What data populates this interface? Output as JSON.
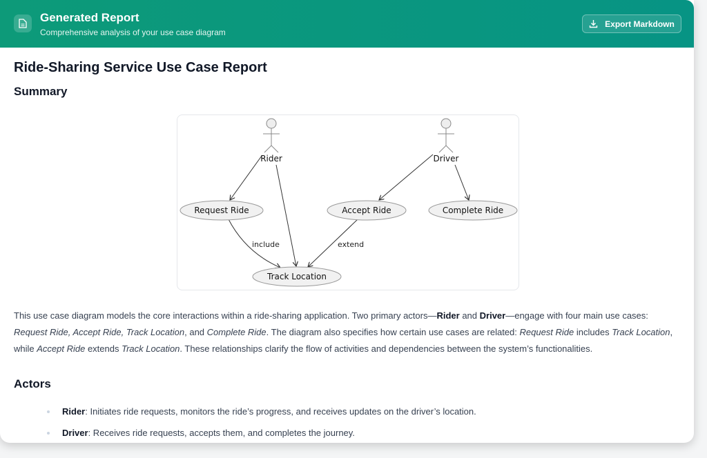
{
  "header": {
    "title": "Generated Report",
    "subtitle": "Comprehensive analysis of your use case diagram",
    "export_label": "Export Markdown",
    "icon": "document-icon",
    "export_icon": "download-icon",
    "accent": "#0d9a79"
  },
  "report": {
    "title": "Ride-Sharing Service Use Case Report",
    "summary_heading": "Summary",
    "summary_segments": [
      {
        "t": "This use case diagram models the core interactions within a ride-sharing application. Two primary actors—",
        "s": "n"
      },
      {
        "t": "Rider",
        "s": "b"
      },
      {
        "t": " and ",
        "s": "n"
      },
      {
        "t": "Driver",
        "s": "b"
      },
      {
        "t": "—engage with four main use cases: ",
        "s": "n"
      },
      {
        "t": "Request Ride, Accept Ride, Track Location",
        "s": "i"
      },
      {
        "t": ", and ",
        "s": "n"
      },
      {
        "t": "Complete Ride",
        "s": "i"
      },
      {
        "t": ". The diagram also specifies how certain use cases are related: ",
        "s": "n"
      },
      {
        "t": "Request Ride",
        "s": "i"
      },
      {
        "t": " includes ",
        "s": "n"
      },
      {
        "t": "Track Location",
        "s": "i"
      },
      {
        "t": ", while ",
        "s": "n"
      },
      {
        "t": "Accept Ride",
        "s": "i"
      },
      {
        "t": " extends ",
        "s": "n"
      },
      {
        "t": "Track Location",
        "s": "i"
      },
      {
        "t": ". These relationships clarify the flow of activities and dependencies between the system’s functionalities.",
        "s": "n"
      }
    ],
    "actors_heading": "Actors",
    "actors": [
      {
        "name": "Rider",
        "desc": ": Initiates ride requests, monitors the ride’s progress, and receives updates on the driver’s location."
      },
      {
        "name": "Driver",
        "desc": ": Receives ride requests, accepts them, and completes the journey."
      }
    ]
  },
  "diagram": {
    "actors": [
      "Rider",
      "Driver"
    ],
    "use_cases": [
      "Request Ride",
      "Accept Ride",
      "Complete Ride",
      "Track Location"
    ],
    "relations": [
      "include",
      "extend"
    ]
  }
}
